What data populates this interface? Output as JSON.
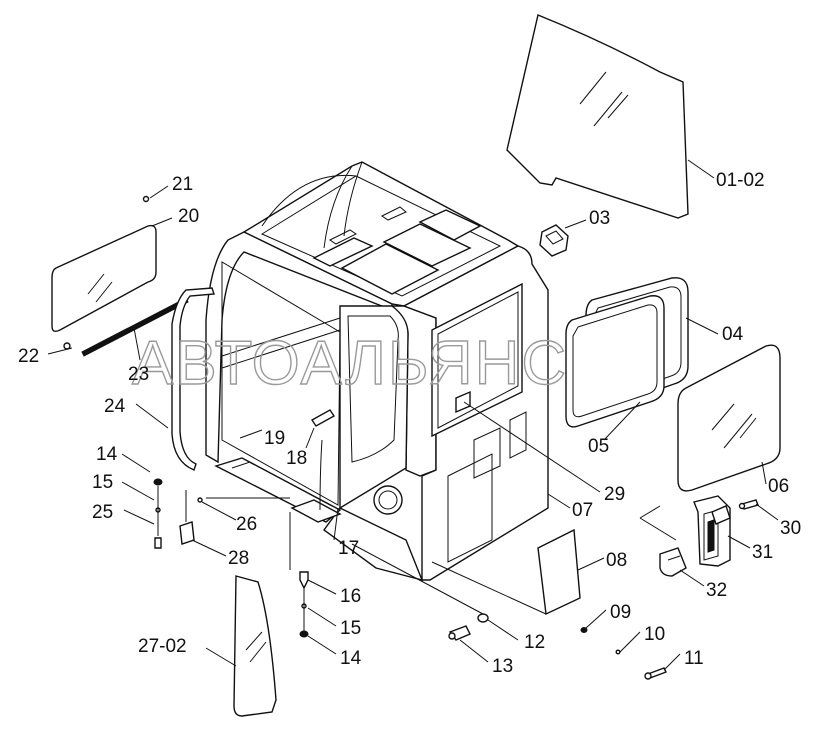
{
  "watermark": "АВТОАЛЬЯНС",
  "callouts": [
    {
      "id": "c-01-02",
      "text": "01-02"
    },
    {
      "id": "c-03",
      "text": "03"
    },
    {
      "id": "c-04",
      "text": "04"
    },
    {
      "id": "c-05",
      "text": "05"
    },
    {
      "id": "c-06",
      "text": "06"
    },
    {
      "id": "c-07",
      "text": "07"
    },
    {
      "id": "c-08",
      "text": "08"
    },
    {
      "id": "c-09",
      "text": "09"
    },
    {
      "id": "c-10",
      "text": "10"
    },
    {
      "id": "c-11",
      "text": "11"
    },
    {
      "id": "c-12",
      "text": "12"
    },
    {
      "id": "c-13",
      "text": "13"
    },
    {
      "id": "c-14a",
      "text": "14"
    },
    {
      "id": "c-15a",
      "text": "15"
    },
    {
      "id": "c-25",
      "text": "25"
    },
    {
      "id": "c-16",
      "text": "16"
    },
    {
      "id": "c-15b",
      "text": "15"
    },
    {
      "id": "c-14b",
      "text": "14"
    },
    {
      "id": "c-17",
      "text": "17"
    },
    {
      "id": "c-18",
      "text": "18"
    },
    {
      "id": "c-19",
      "text": "19"
    },
    {
      "id": "c-20",
      "text": "20"
    },
    {
      "id": "c-21",
      "text": "21"
    },
    {
      "id": "c-22",
      "text": "22"
    },
    {
      "id": "c-23",
      "text": "23"
    },
    {
      "id": "c-24",
      "text": "24"
    },
    {
      "id": "c-26",
      "text": "26"
    },
    {
      "id": "c-27-02",
      "text": "27-02"
    },
    {
      "id": "c-28",
      "text": "28"
    },
    {
      "id": "c-29",
      "text": "29"
    },
    {
      "id": "c-30",
      "text": "30"
    },
    {
      "id": "c-31",
      "text": "31"
    },
    {
      "id": "c-32",
      "text": "32"
    }
  ]
}
